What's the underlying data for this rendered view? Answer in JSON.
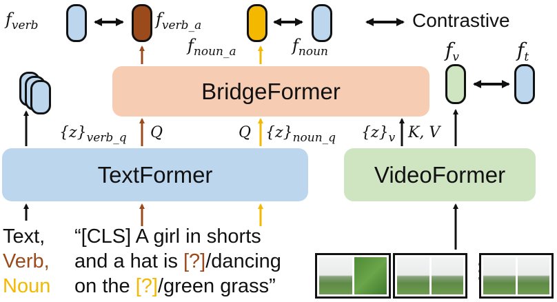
{
  "legend": {
    "label": "Contrastive"
  },
  "labels": {
    "f_verb": {
      "base": "f",
      "sub": "verb"
    },
    "f_verb_a": {
      "base": "f",
      "sub": "verb_a"
    },
    "f_noun_a": {
      "base": "f",
      "sub": "noun_a"
    },
    "f_noun": {
      "base": "f",
      "sub": "noun"
    },
    "f_v": {
      "base": "f",
      "sub": "v"
    },
    "f_t": {
      "base": "f",
      "sub": "t"
    },
    "z_verb_q": {
      "base": "{z}",
      "sub": "verb_q"
    },
    "q_left": "Q",
    "q_right": "Q",
    "z_noun_q": {
      "base": "{z}",
      "sub": "noun_q"
    },
    "z_v": {
      "base": "{z}",
      "sub": "v"
    },
    "kv": "K, V"
  },
  "modules": {
    "bridge": "BridgeFormer",
    "text": "TextFormer",
    "video": "VideoFormer"
  },
  "inputs": {
    "text_word": "Text,",
    "verb_word": "Verb,",
    "noun_word": "Noun",
    "sentence_line1": "“[CLS] A girl in shorts",
    "sentence_line2_pre": "and a hat is ",
    "sentence_line2_mask": "[?]",
    "sentence_line2_post": "/dancing",
    "sentence_line3_pre": "on the ",
    "sentence_line3_mask": "[?]",
    "sentence_line3_post": "/green grass”"
  },
  "frames_separator": "⋮",
  "colors": {
    "verb": "#9b4a1c",
    "noun": "#f5b800",
    "bridge_fill": "#f6cdb2",
    "text_fill": "#bcd6ee",
    "video_fill": "#cfe5c2",
    "feature_blue": "#bcd6ee",
    "feature_green": "#cfe5c2"
  }
}
